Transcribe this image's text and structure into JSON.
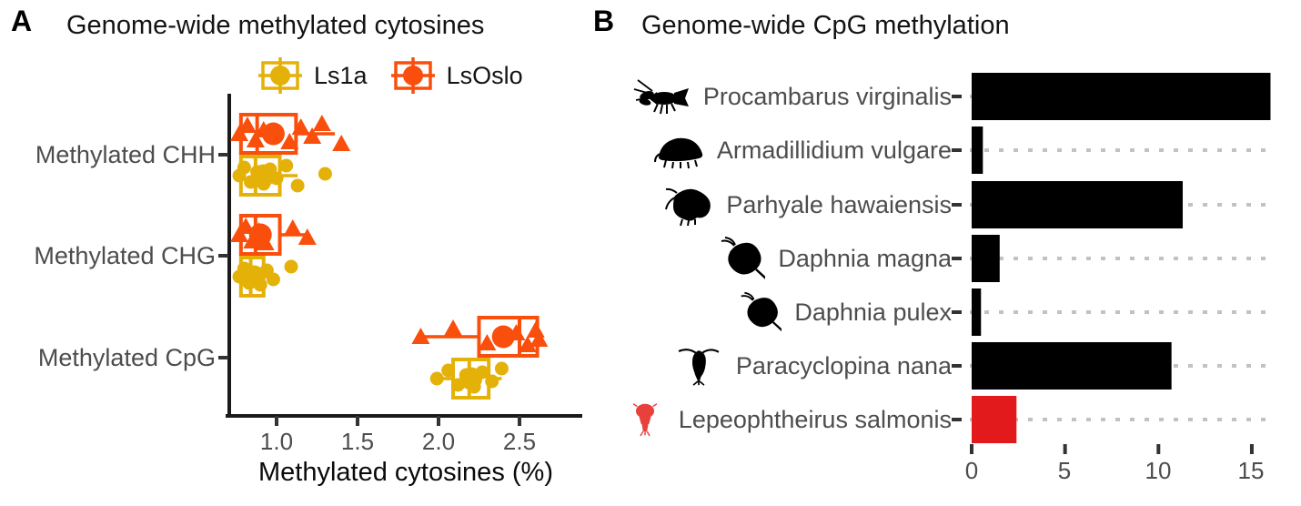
{
  "panelA": {
    "label": "A",
    "title": "Genome-wide methylated cytosines"
  },
  "panelB": {
    "label": "B",
    "title": "Genome-wide CpG methylation"
  },
  "colors": {
    "ls1a_yellow": "#E4B109",
    "lsoslo_orange": "#F94E0C",
    "salmon_louse_red_bar": "#E31A1C",
    "salmon_louse_red_icon": "#E8413C",
    "axis_dark": "#1a1a1a",
    "tick_dark": "#333333",
    "text_gray": "#4d4d4d",
    "grid_dot_gray": "#c2c2c2",
    "bar_black": "#000000"
  },
  "chart_data": [
    {
      "type": "boxplot",
      "orientation": "horizontal",
      "panel_label": "A",
      "title": "Genome-wide methylated cytosines",
      "xlabel": "Methylated cytosines (%)",
      "ylabel": "",
      "x_ticks": [
        "1.0",
        "1.5",
        "2.0",
        "2.5"
      ],
      "x_tick_values": [
        1.0,
        1.5,
        2.0,
        2.5
      ],
      "xlim": [
        0.7,
        2.89
      ],
      "grid": "off",
      "legend_position": "top",
      "categories": [
        "Methylated CHH",
        "Methylated CHG",
        "Methylated CpG"
      ],
      "legend": [
        {
          "label": "Ls1a",
          "color": "#E4B109",
          "marker": "circle"
        },
        {
          "label": "LsOslo",
          "color": "#F94E0C",
          "marker": "triangle"
        }
      ],
      "series": [
        {
          "name": "LsOslo",
          "color": "#F94E0C",
          "marker": "triangle",
          "boxes": [
            {
              "category": "Methylated CHH",
              "q1": 0.78,
              "median": 0.88,
              "q3": 1.12,
              "whisker_low": 0.76,
              "whisker_high": 1.36,
              "mean": 0.98,
              "points": [
                0.77,
                0.82,
                0.87,
                0.92,
                1.08,
                1.15,
                1.22,
                1.28,
                1.4
              ]
            },
            {
              "category": "Methylated CHG",
              "q1": 0.78,
              "median": 0.87,
              "q3": 1.02,
              "whisker_low": 0.76,
              "whisker_high": 1.2,
              "mean": 0.9,
              "points": [
                0.77,
                0.81,
                0.85,
                0.89,
                0.93,
                1.1,
                1.19
              ]
            },
            {
              "category": "Methylated CpG",
              "q1": 2.25,
              "median": 2.5,
              "q3": 2.61,
              "whisker_low": 1.89,
              "whisker_high": 2.62,
              "mean": 2.4,
              "points": [
                1.89,
                2.09,
                2.3,
                2.48,
                2.55,
                2.6,
                2.62
              ]
            }
          ]
        },
        {
          "name": "Ls1a",
          "color": "#E4B109",
          "marker": "circle",
          "boxes": [
            {
              "category": "Methylated CHH",
              "q1": 0.78,
              "median": 0.87,
              "q3": 1.02,
              "whisker_low": 0.76,
              "whisker_high": 1.13,
              "mean": 0.92,
              "points": [
                0.77,
                0.8,
                0.84,
                0.88,
                0.92,
                0.96,
                1.0,
                1.06,
                1.13,
                1.3
              ]
            },
            {
              "category": "Methylated CHG",
              "q1": 0.78,
              "median": 0.84,
              "q3": 0.92,
              "whisker_low": 0.76,
              "whisker_high": 0.99,
              "mean": 0.86,
              "points": [
                0.77,
                0.8,
                0.83,
                0.86,
                0.9,
                0.94,
                0.98,
                1.09
              ]
            },
            {
              "category": "Methylated CpG",
              "q1": 2.09,
              "median": 2.19,
              "q3": 2.31,
              "whisker_low": 1.99,
              "whisker_high": 2.39,
              "mean": 2.2,
              "points": [
                1.99,
                2.06,
                2.12,
                2.17,
                2.22,
                2.27,
                2.33,
                2.39
              ]
            }
          ]
        }
      ]
    },
    {
      "type": "bar",
      "orientation": "horizontal",
      "panel_label": "B",
      "title": "Genome-wide CpG methylation",
      "xlabel": "",
      "x_ticks": [
        "0",
        "5",
        "10",
        "15"
      ],
      "x_tick_values": [
        0,
        5,
        10,
        15
      ],
      "xlim": [
        0,
        16.3
      ],
      "grid": "dotted-horizontal",
      "categories": [
        "Procambarus virginalis",
        "Armadillidium vulgare",
        "Parhyale hawaiensis",
        "Daphnia magna",
        "Daphnia pulex",
        "Paracyclopina nana",
        "Lepeophtheirus salmonis"
      ],
      "values": [
        16.0,
        0.6,
        11.3,
        1.5,
        0.5,
        10.7,
        2.4
      ],
      "bar_colors": [
        "#000000",
        "#000000",
        "#000000",
        "#000000",
        "#000000",
        "#000000",
        "#E31A1C"
      ],
      "icons": [
        "crayfish-icon",
        "pillbug-icon",
        "amphipod-icon",
        "water-flea-icon",
        "water-flea-icon",
        "copepod-icon",
        "salmon-louse-icon"
      ],
      "icon_colors": [
        "#000000",
        "#000000",
        "#000000",
        "#000000",
        "#000000",
        "#000000",
        "#E8413C"
      ]
    }
  ]
}
